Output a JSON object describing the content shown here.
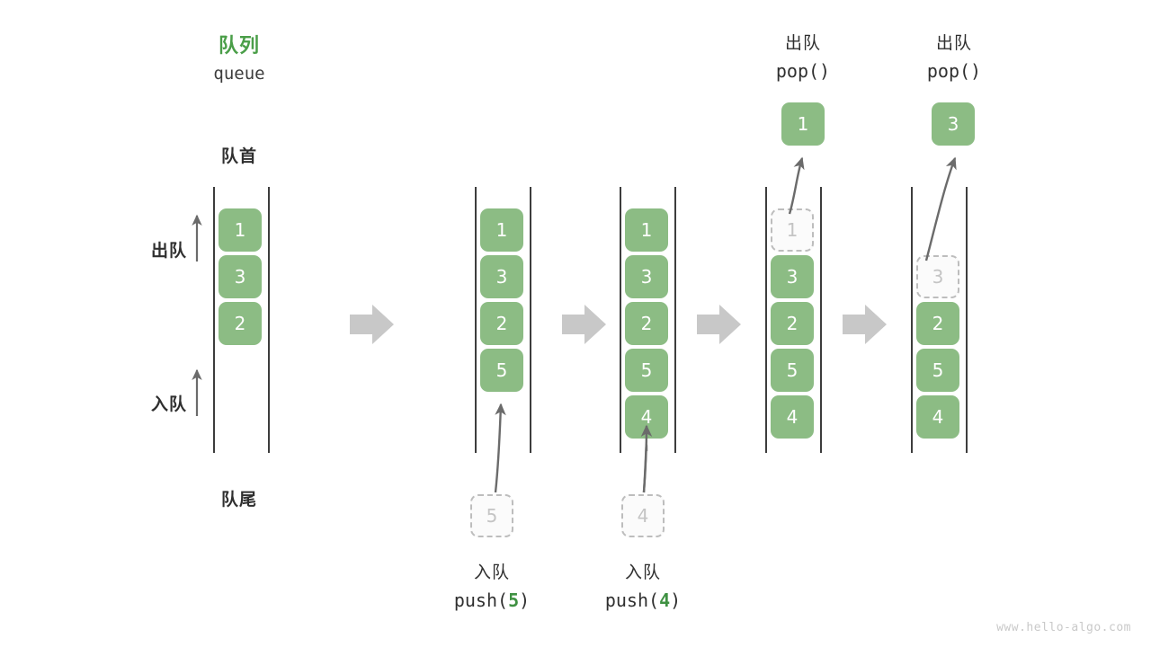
{
  "watermark": "www.hello-algo.com",
  "colors": {
    "cell_fill": "#8cbc84",
    "cell_text": "#ffffff",
    "ghost_border": "#bdbdbd",
    "ghost_text": "#c4c4c4",
    "rail": "#3d3d3d",
    "title_green": "#4a9e48",
    "accent_green": "#3f9142",
    "arrow_gray": "#6b6b6b",
    "block_arrow_gray": "#c8c8c8",
    "text_dark": "#2f2f2f"
  },
  "header": {
    "title_cn": "队列",
    "title_en": "queue"
  },
  "labels": {
    "front": "队首",
    "rear": "队尾",
    "dequeue": "出队",
    "enqueue": "入队"
  },
  "operations": {
    "push5": {
      "cn": "入队",
      "fn_prefix": "push(",
      "arg": "5",
      "fn_suffix": ")",
      "ghost_value": "5"
    },
    "push4": {
      "cn": "入队",
      "fn_prefix": "push(",
      "arg": "4",
      "fn_suffix": ")",
      "ghost_value": "4"
    },
    "pop1": {
      "cn": "出队",
      "code": "pop()",
      "popped_value": "1",
      "ghost_value": "1"
    },
    "pop3": {
      "cn": "出队",
      "code": "pop()",
      "popped_value": "3",
      "ghost_value": "3"
    }
  },
  "stages": [
    {
      "name": "initial-queue",
      "cells": [
        "1",
        "3",
        "2"
      ],
      "ghost_index": -1
    },
    {
      "name": "after-push-5",
      "cells": [
        "1",
        "3",
        "2",
        "5"
      ],
      "ghost_index": -1
    },
    {
      "name": "after-push-4",
      "cells": [
        "1",
        "3",
        "2",
        "5",
        "4"
      ],
      "ghost_index": -1
    },
    {
      "name": "popping-1",
      "cells": [
        "1",
        "3",
        "2",
        "5",
        "4"
      ],
      "ghost_index": 0
    },
    {
      "name": "popping-3",
      "cells": [
        "3",
        "2",
        "5",
        "4"
      ],
      "ghost_index": 0
    }
  ],
  "flow_arrows": [
    "→",
    "→",
    "→",
    "→"
  ]
}
